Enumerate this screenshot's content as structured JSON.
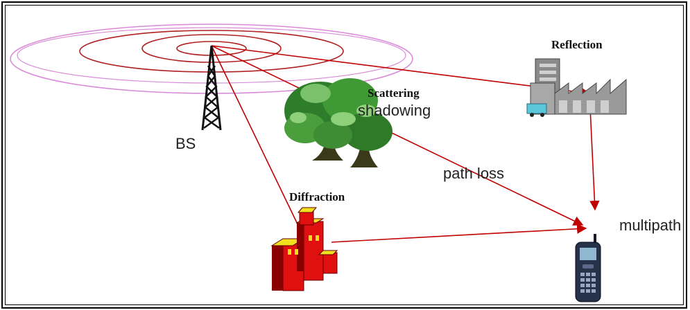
{
  "labels": {
    "bs": "BS",
    "reflection": "Reflection",
    "scattering": "Scattering",
    "shadowing": "shadowing",
    "path_loss": "path loss",
    "diffraction": "Diffraction",
    "multipath": "multipath"
  },
  "colors": {
    "signal_line": "#c00000",
    "outer_ring": "#d98ad9",
    "inner_ring": "#b02020",
    "tower": "#111111",
    "tree": "#3f8f2f",
    "building_red": "#e01010",
    "building_yellow": "#f0e020",
    "factory": "#9a9a9a"
  },
  "icons": [
    "antenna-tower-icon",
    "tree-icon",
    "factory-icon",
    "red-buildings-icon",
    "mobile-phone-icon"
  ]
}
